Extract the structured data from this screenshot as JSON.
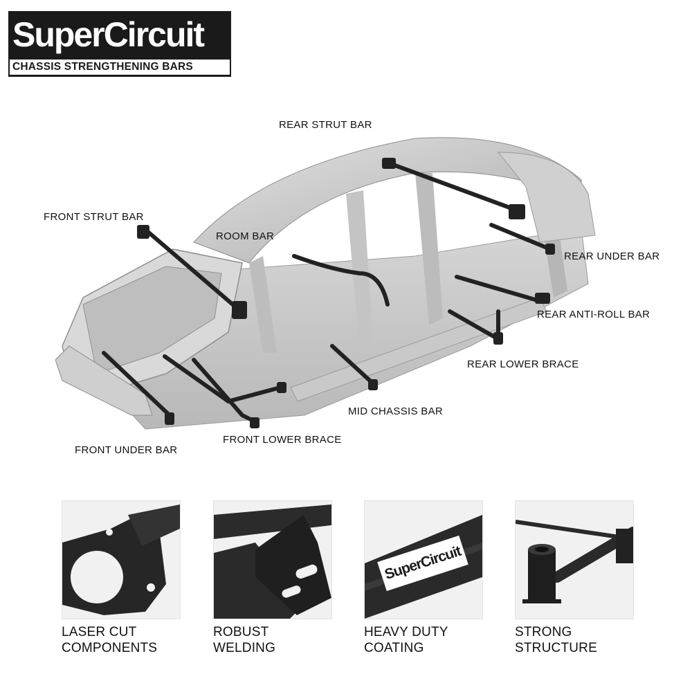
{
  "brand": {
    "name": "SuperCircuit",
    "tagline": "CHASSIS STRENGTHENING BARS"
  },
  "part_labels": {
    "rear_strut_bar": "REAR STRUT BAR",
    "front_strut_bar": "FRONT STRUT BAR",
    "room_bar": "ROOM BAR",
    "rear_under_bar": "REAR UNDER BAR",
    "rear_anti_roll_bar": "REAR ANTI-ROLL BAR",
    "rear_lower_brace": "REAR LOWER BRACE",
    "mid_chassis_bar": "MID CHASSIS BAR",
    "front_lower_brace": "FRONT LOWER BRACE",
    "front_under_bar": "FRONT UNDER BAR"
  },
  "features": [
    {
      "line1": "LASER CUT",
      "line2": "COMPONENTS",
      "icon": "laser-cut-bracket-icon"
    },
    {
      "line1": "ROBUST",
      "line2": "WELDING",
      "icon": "welded-joint-icon"
    },
    {
      "line1": "HEAVY DUTY",
      "line2": "COATING",
      "icon": "coated-bar-icon"
    },
    {
      "line1": "STRONG",
      "line2": "STRUCTURE",
      "icon": "strut-structure-icon"
    }
  ],
  "colors": {
    "logo_bg": "#1a1a1a",
    "bar_black": "#222222",
    "chassis_grey": "#c9c9c9"
  }
}
